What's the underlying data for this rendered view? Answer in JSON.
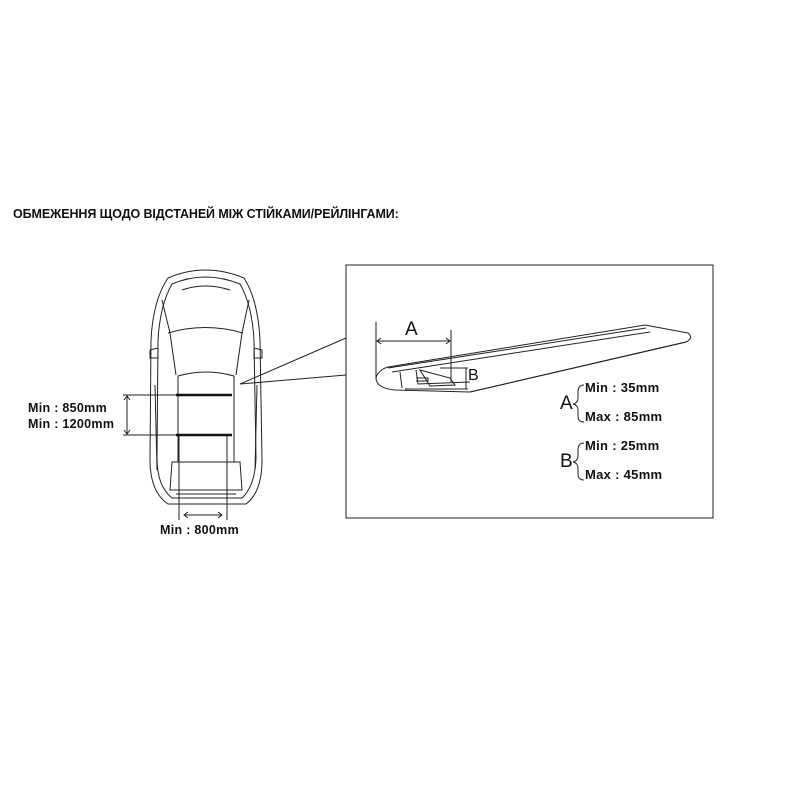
{
  "title": "ОБМЕЖЕННЯ ЩОДО ВІДСТАНЕЙ МІЖ СТІЙКАМИ/РЕЙЛІНГАМИ:",
  "car": {
    "length_min_1": "Min : 850mm",
    "length_min_2": "Min : 1200mm",
    "width_min": "Min : 800mm"
  },
  "detail": {
    "label_a": "A",
    "label_b": "B",
    "spec_a": {
      "letter": "A",
      "min": "Min : 35mm",
      "max": "Max : 85mm"
    },
    "spec_b": {
      "letter": "B",
      "min": "Min : 25mm",
      "max": "Max : 45mm"
    }
  }
}
